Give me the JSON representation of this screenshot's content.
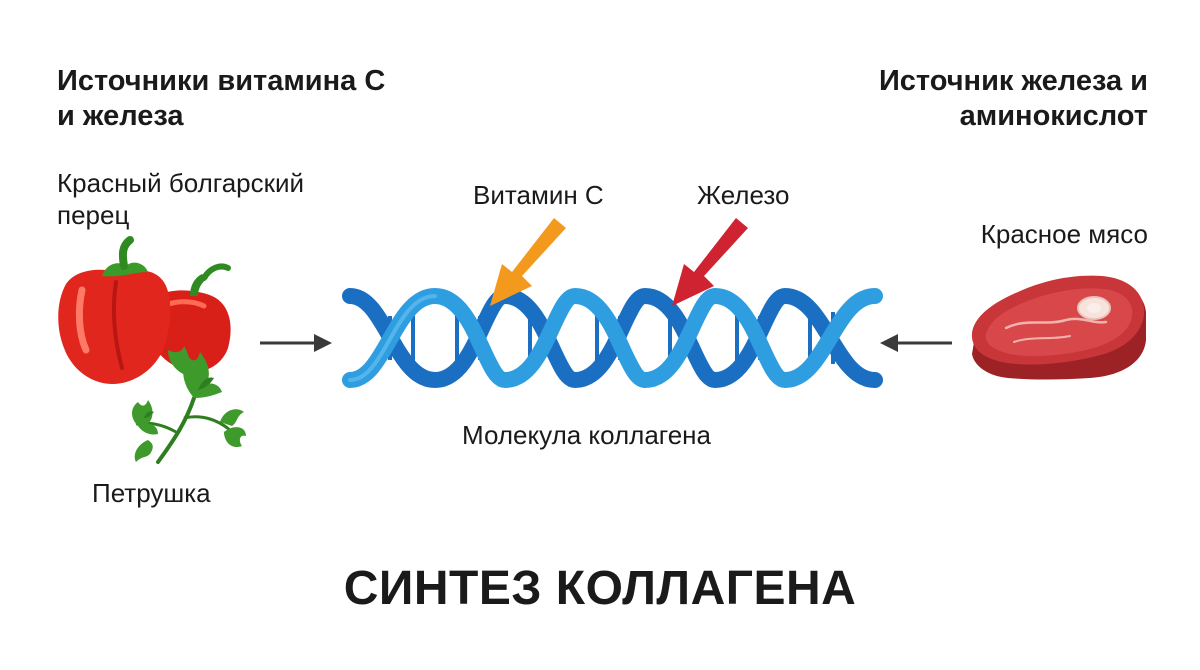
{
  "left_heading": "Источники витамина С и железа",
  "right_heading": "Источник железа и аминокислот",
  "pepper_label": "Красный болгарский перец",
  "parsley_label": "Петрушка",
  "meat_label": "Красное мясо",
  "vitamin_c_label": "Витамин С",
  "iron_label": "Железо",
  "molecule_label": "Молекула коллагена",
  "title": "СИНТЕЗ КОЛЛАГЕНА",
  "colors": {
    "helix_dark": "#1b6fc2",
    "helix_light": "#2f9ee0",
    "vitamin_c_arrow": "#f39a1e",
    "iron_arrow": "#cf2331",
    "pepper_red": "#e0261d",
    "parsley_green": "#3f9a2c",
    "meat_red": "#c9363a"
  },
  "icons": [
    "bell-pepper-icon",
    "parsley-icon",
    "steak-icon",
    "dna-helix-icon",
    "arrow-right-icon",
    "arrow-left-icon"
  ]
}
